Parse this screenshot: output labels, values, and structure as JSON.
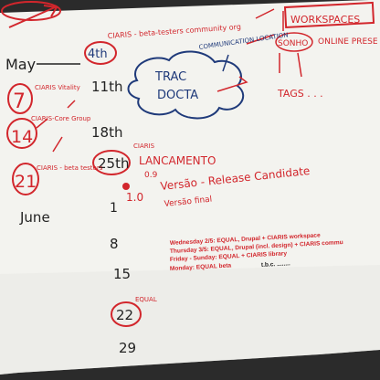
{
  "scene": {
    "board_color": "#f4f4f1",
    "red_ink": "#d2262c",
    "blue_ink": "#1f3a7a",
    "black_ink": "#222222",
    "shadow_color": "#2b2b2b"
  },
  "handwriting": {
    "may": "May",
    "june": "June",
    "d4": "4th",
    "d11": "11th",
    "d18": "18th",
    "d7": "7",
    "d14": "14",
    "d21": "21",
    "d25": "25th",
    "d1": "1",
    "d8": "8",
    "d15": "15",
    "d22": "22",
    "d29": "29",
    "ciaris_beta": "CIARIS - beta-testers community org",
    "trac": "TRAC",
    "docta": "DOCTA",
    "comm_location": "COMMUNICATION LOCATION",
    "workspaces": "WORKSPACES",
    "sonho": "SONHO",
    "online": "ONLINE PRESE",
    "tags": "TAGS . . .",
    "ciaris_vitality": "CIARIS Vitality",
    "ciaris_core": "CIARIS-Core Group",
    "ciaris_beta_testers": "CIARIS - beta testers",
    "lancamento": "LANCAMENTO",
    "ciaris_small": "CIARIS",
    "versao_rc": "Versão - Release Candidate",
    "versao_final": "Versão final",
    "v09": "0.9",
    "v10": "1.0",
    "equal_label": "EQUAL"
  },
  "schedule": [
    {
      "day": "Wednesday 2/5:",
      "text": "EQUAL, Drupal + CIARIS workspace"
    },
    {
      "day": "Thursday 3/5:",
      "text": "EQUAL, Drupal (incl. design) + CIARIS commu"
    },
    {
      "day": "Friday - Sunday:",
      "text": "EQUAL + CIARIS library"
    },
    {
      "day": "Monday:",
      "text": "EQUAL beta"
    }
  ],
  "tbc": "t.b.c. ........"
}
